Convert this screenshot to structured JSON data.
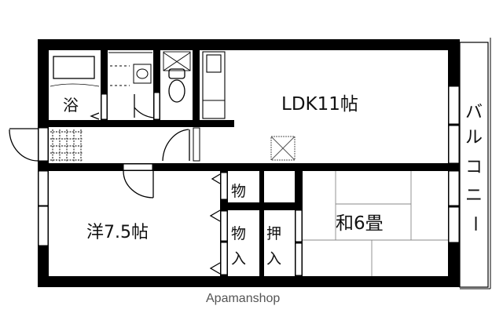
{
  "rooms": {
    "bath": "浴",
    "ldk": "LDK11帖",
    "western": "洋7.5帖",
    "japanese": "和6畳",
    "storage_small": "物",
    "storage_1": "物",
    "storage_2": "入",
    "closet_1": "押",
    "closet_2": "入",
    "balcony": [
      "バ",
      "ル",
      "コ",
      "ニ",
      "ー"
    ]
  },
  "watermark": "Apamanshop"
}
